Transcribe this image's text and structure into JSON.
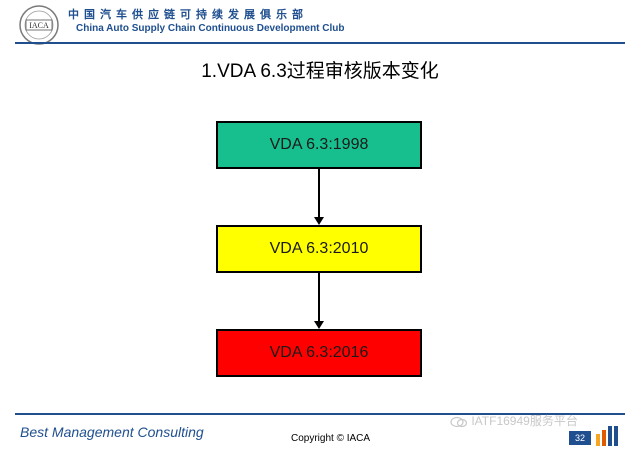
{
  "header": {
    "logo_text": "IACA",
    "title_cn": "中国汽车供应链可持续发展俱乐部",
    "title_en": "China Auto Supply Chain Continuous Development Club"
  },
  "slide": {
    "title": "1.VDA 6.3过程审核版本变化"
  },
  "flow": {
    "boxes": [
      {
        "label": "VDA 6.3:1998",
        "color": "#17bf8f"
      },
      {
        "label": "VDA 6.3:2010",
        "color": "#ffff00"
      },
      {
        "label": "VDA 6.3:2016",
        "color": "#ff0000"
      }
    ]
  },
  "footer": {
    "company": "Best Management Consulting",
    "copyright": "Copyright © IACA",
    "watermark": "IATF16949服务平台",
    "page_number": "32"
  }
}
